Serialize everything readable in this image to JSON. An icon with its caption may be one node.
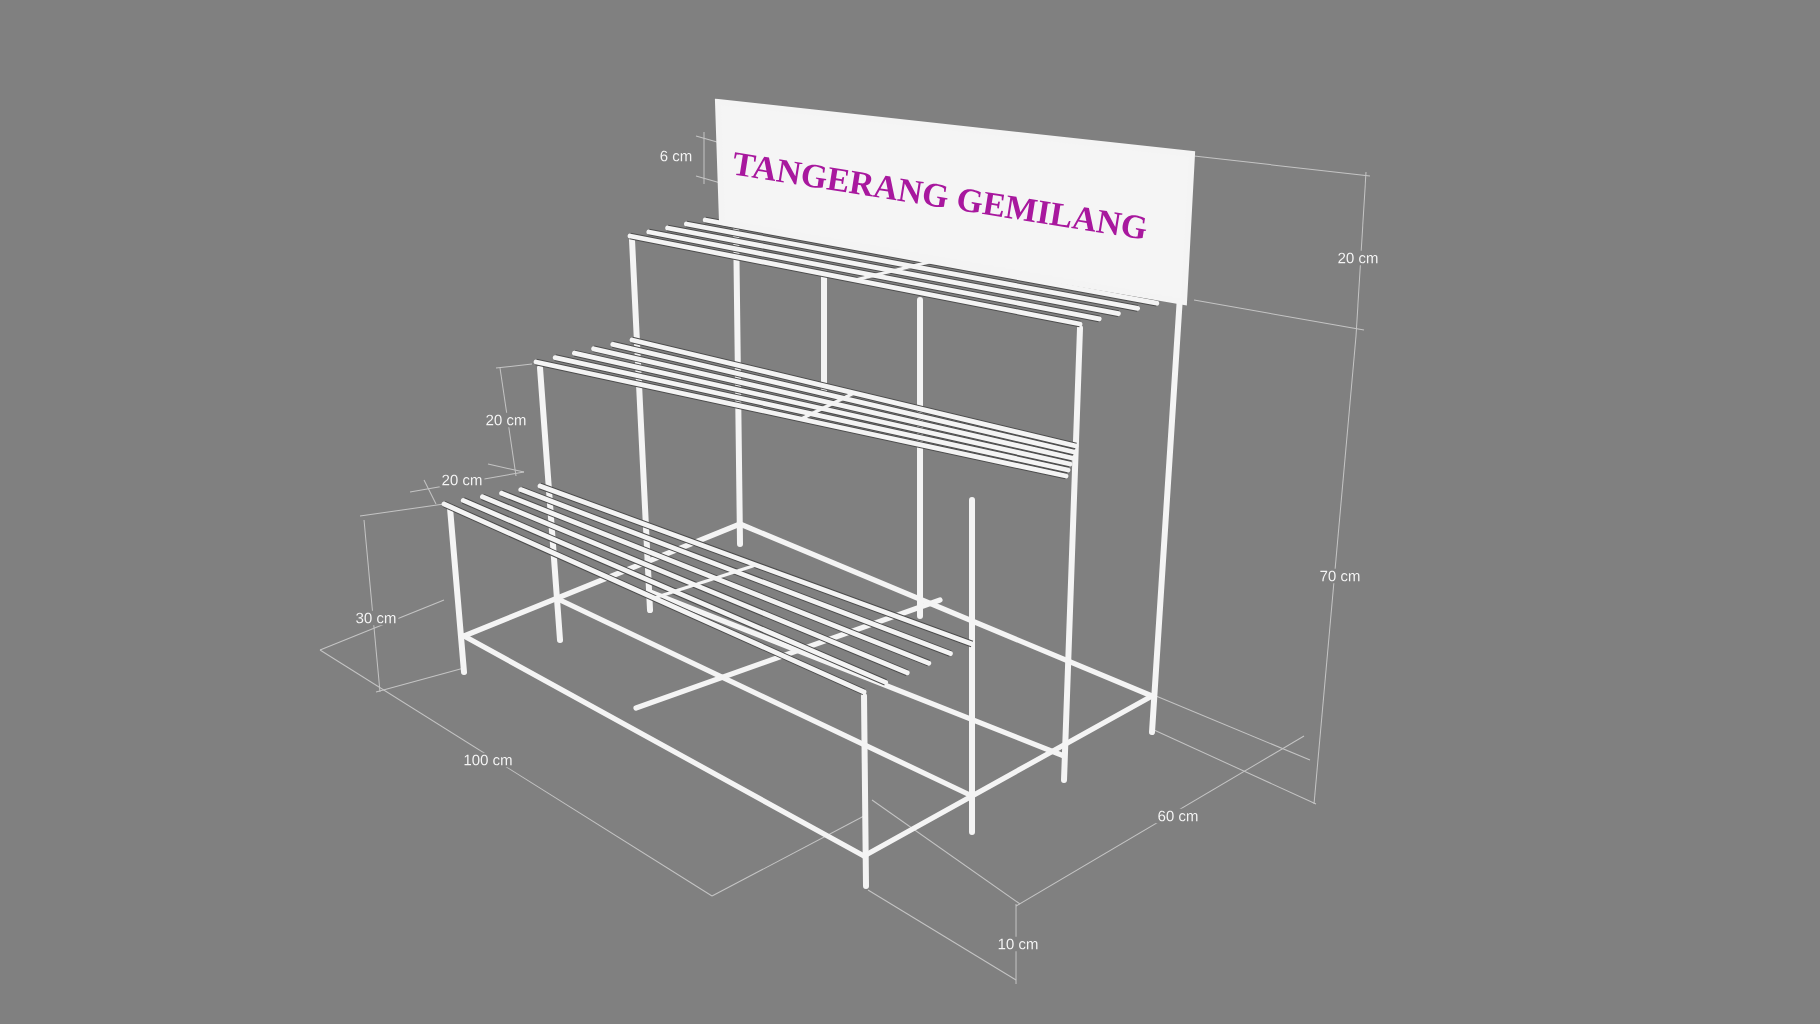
{
  "diagram": {
    "nodes": [
      {
        "text": [
          "TANGERANG GEMILANG"
        ]
      }
    ],
    "labels": [
      "6 cm",
      "20 cm",
      "20 cm",
      "20 cm",
      "30 cm",
      "70 cm",
      "100 cm",
      "60 cm",
      "10 cm"
    ]
  }
}
